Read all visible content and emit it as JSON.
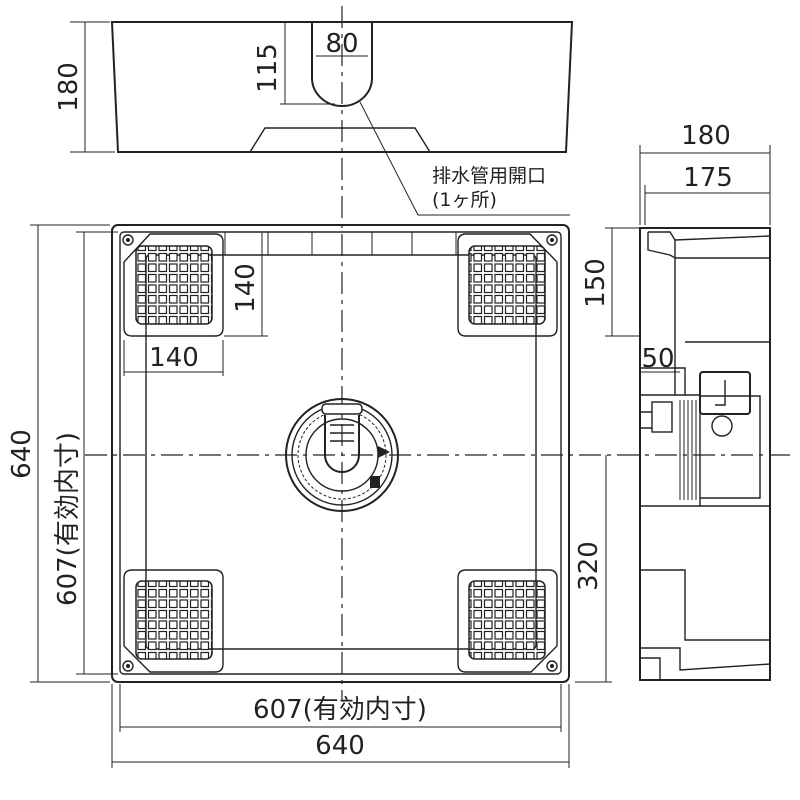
{
  "dimensions": {
    "top_height": "180",
    "drain_width": "80",
    "drain_depth": "115",
    "side_width": "180",
    "side_inner_width": "175",
    "side_height": "150",
    "side_offset": "50",
    "foot_height": "140",
    "foot_width": "140",
    "drain_offset": "320",
    "overall_height": "640",
    "inner_height": "607(有効内寸)",
    "inner_width": "607(有効内寸)",
    "overall_width": "640"
  },
  "labels": {
    "drain_label_line1": "排水管用開口",
    "drain_label_line2": "(1ヶ所)"
  },
  "colors": {
    "line": "#222222",
    "grid_fill": "#d9d9d9"
  }
}
